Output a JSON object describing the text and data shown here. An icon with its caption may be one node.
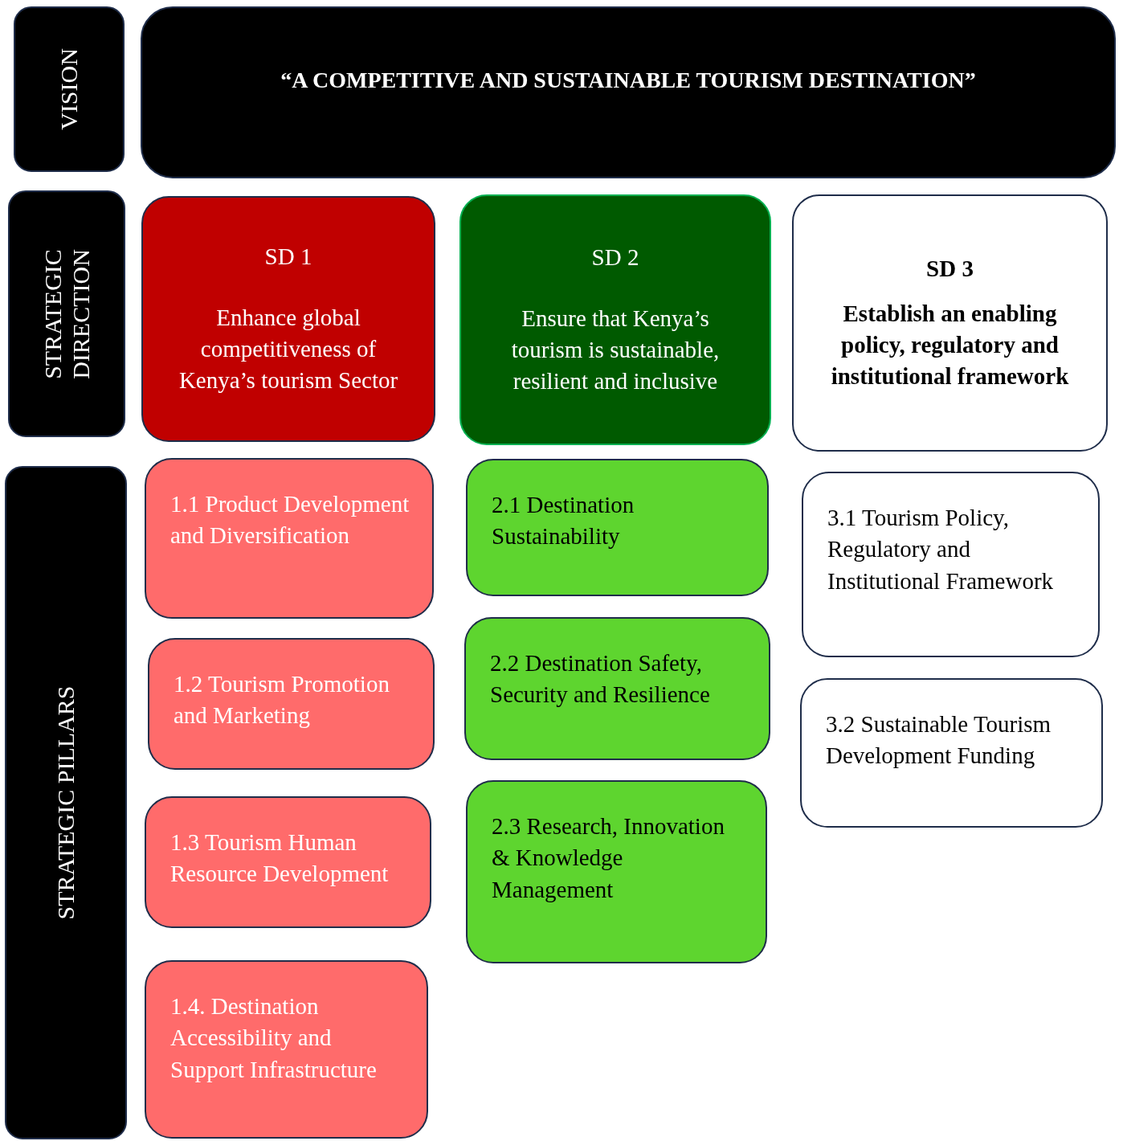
{
  "diagram": {
    "nodes": [
      {
        "text": [
          "VISION"
        ]
      },
      {
        "text": [
          "“A COMPETITIVE AND SUSTAINABLE TOURISM DESTINATION”"
        ]
      },
      {
        "text": [
          "STRATEGIC DIRECTION"
        ]
      },
      {
        "text": [
          "SD 1",
          "Enhance global competitiveness of Kenya’s tourism Sector"
        ]
      },
      {
        "text": [
          "SD 2",
          "Ensure that Kenya’s tourism is sustainable, resilient and inclusive"
        ]
      },
      {
        "text": [
          "SD 3",
          "Establish an enabling policy, regulatory and institutional framework"
        ]
      },
      {
        "text": [
          "STRATEGIC PILLARS"
        ]
      },
      {
        "text": [
          "1.1 Product Development and Diversification"
        ]
      },
      {
        "text": [
          "1.2 Tourism Promotion and Marketing"
        ]
      },
      {
        "text": [
          "1.3 Tourism Human Resource Development"
        ]
      },
      {
        "text": [
          "1.4. Destination Accessibility and Support Infrastructure"
        ]
      },
      {
        "text": [
          "2.1 Destination Sustainability"
        ]
      },
      {
        "text": [
          "2.2 Destination Safety, Security and Resilience"
        ]
      },
      {
        "text": [
          "2.3 Research, Innovation & Knowledge Management"
        ]
      },
      {
        "text": [
          "3.1 Tourism Policy, Regulatory and Institutional Framework"
        ]
      },
      {
        "text": [
          "3.2 Sustainable Tourism Development Funding"
        ]
      }
    ]
  }
}
